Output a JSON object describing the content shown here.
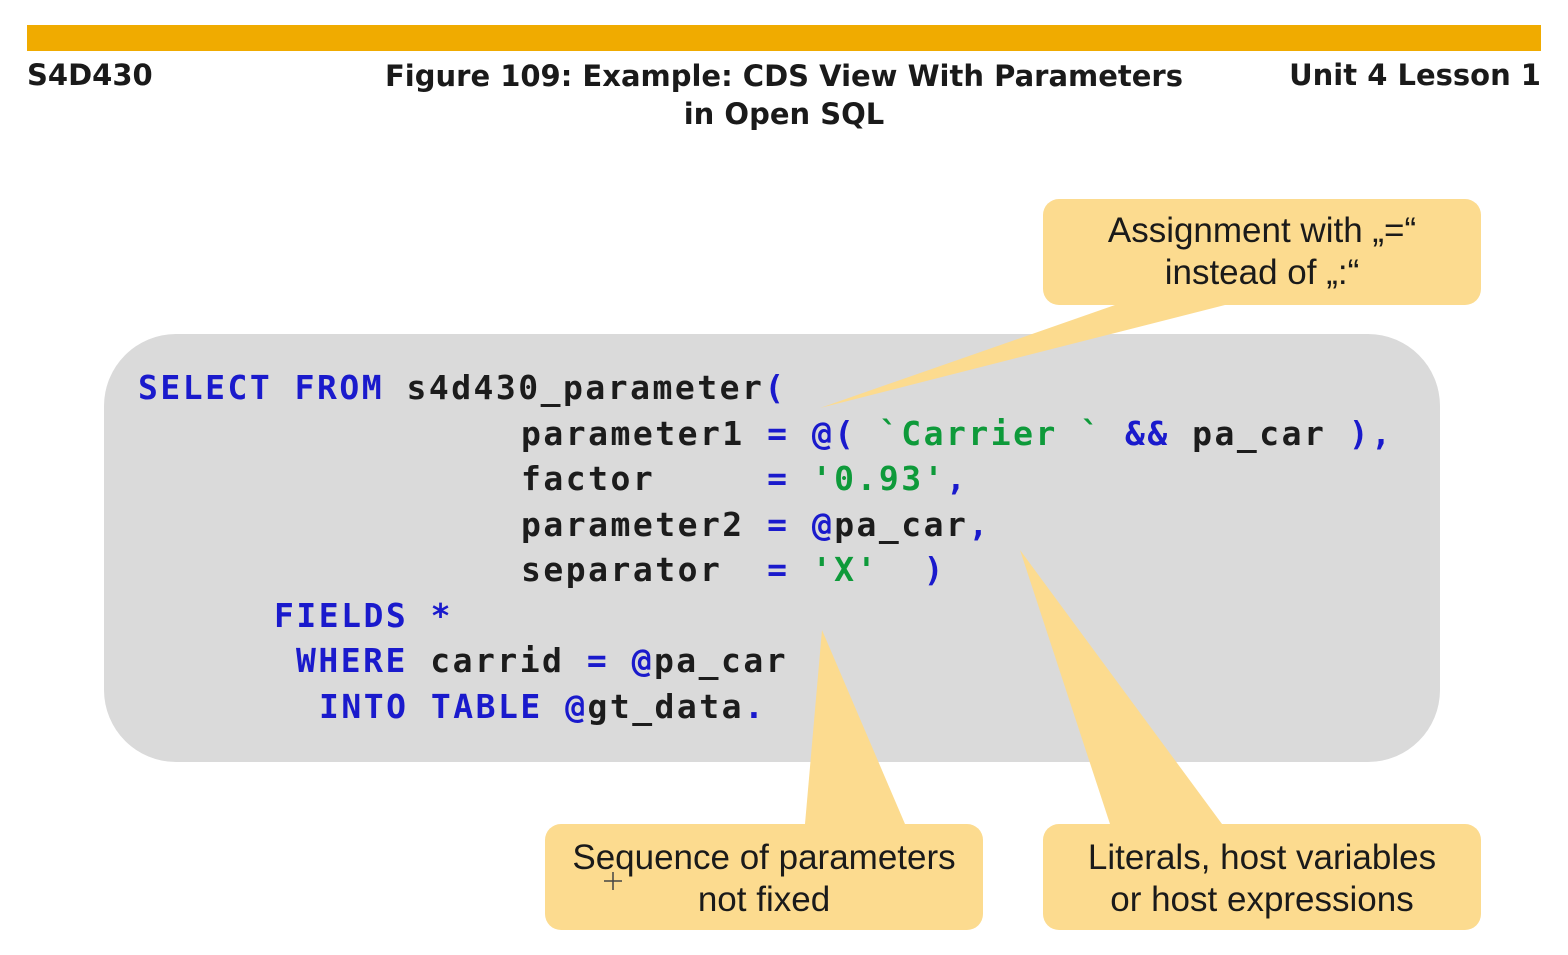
{
  "header": {
    "course": "S4D430",
    "title_line1": "Figure 109: Example: CDS View With Parameters",
    "title_line2": "in Open SQL",
    "unit": "Unit 4 Lesson 1"
  },
  "callouts": {
    "assignment": {
      "line1": "Assignment with „=“",
      "line2": "instead of „:“"
    },
    "sequence": {
      "line1": "Sequence of parameters",
      "line2": "not fixed"
    },
    "literals": {
      "line1": "Literals, host variables",
      "line2": "or host expressions"
    }
  },
  "code": {
    "l1": {
      "kw1": "SELECT",
      "kw2": "FROM",
      "name": "s4d430_parameter",
      "paren": "("
    },
    "l2": {
      "name": "parameter1",
      "eq": "=",
      "at": "@(",
      "str": "`Carrier `",
      "amp": "&&",
      "var": "pa_car",
      "close": "),",
      "sp1": " ",
      "sp2": " "
    },
    "l3": {
      "name": "factor",
      "eq": "=",
      "str": "'0.93'",
      "comma": ","
    },
    "l4": {
      "name": "parameter2",
      "eq": "=",
      "at": "@",
      "var": "pa_car",
      "comma": ","
    },
    "l5": {
      "name": "separator",
      "eq": "=",
      "str": "'X'",
      "close": ")"
    },
    "l6": {
      "kw": "FIELDS",
      "star": "*"
    },
    "l7": {
      "kw": "WHERE",
      "name": "carrid",
      "eq": "=",
      "at": "@",
      "var": "pa_car"
    },
    "l8": {
      "kw1": "INTO",
      "kw2": "TABLE",
      "at": "@",
      "var": "gt_data",
      "dot": "."
    }
  },
  "colors": {
    "topbar": "#f0ab00",
    "code_background": "#dadada",
    "callout_fill": "#fcdb8f",
    "keyword": "#1a1acc",
    "literal": "#0e9a3a",
    "identifier": "#1c1c1c"
  }
}
